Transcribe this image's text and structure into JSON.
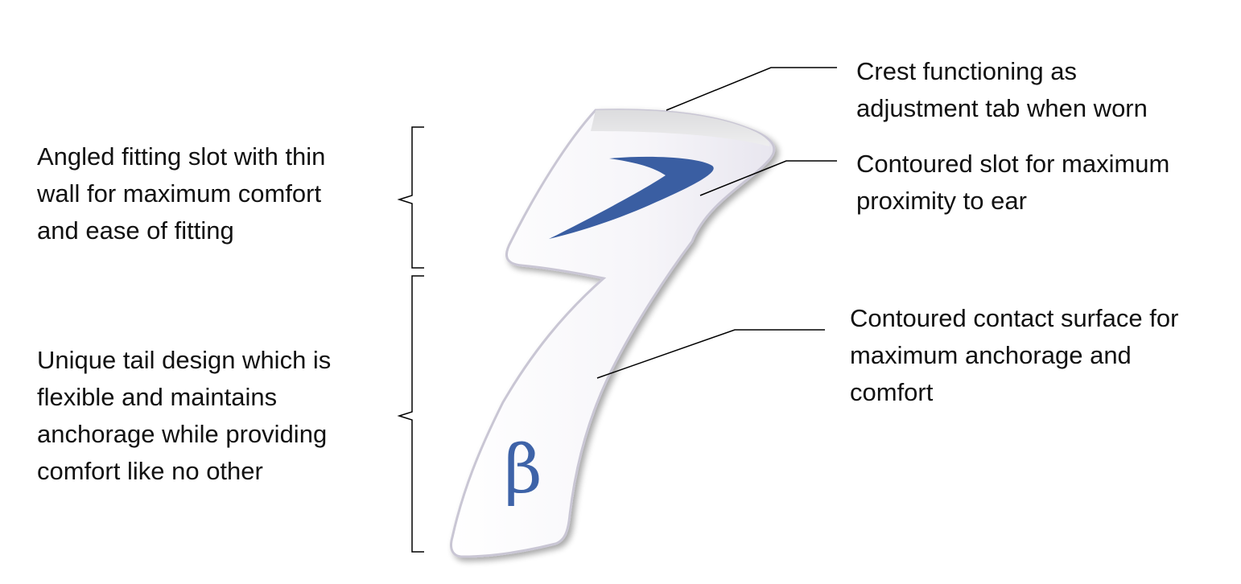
{
  "colors": {
    "background": "#ffffff",
    "text": "#111111",
    "line": "#000000",
    "device_body": "#f5f4f7",
    "device_edge": "#c9c6d4",
    "slot_accent": "#3a5ea2",
    "logo": "#3e63a8"
  },
  "logo_text": "β",
  "labels": {
    "crest": [
      "Crest functioning as",
      "adjustment tab when worn"
    ],
    "contoured_slot": [
      "Contoured slot for maximum",
      "proximity to ear"
    ],
    "contact_surface": [
      "Contoured contact surface for",
      "maximum anchorage and",
      "comfort"
    ],
    "fitting_slot": [
      "Angled fitting slot with thin",
      "wall for maximum comfort",
      "and ease of fitting"
    ],
    "tail_design": [
      "Unique tail design which is",
      "flexible and maintains",
      "anchorage while providing",
      "comfort like no other"
    ]
  }
}
